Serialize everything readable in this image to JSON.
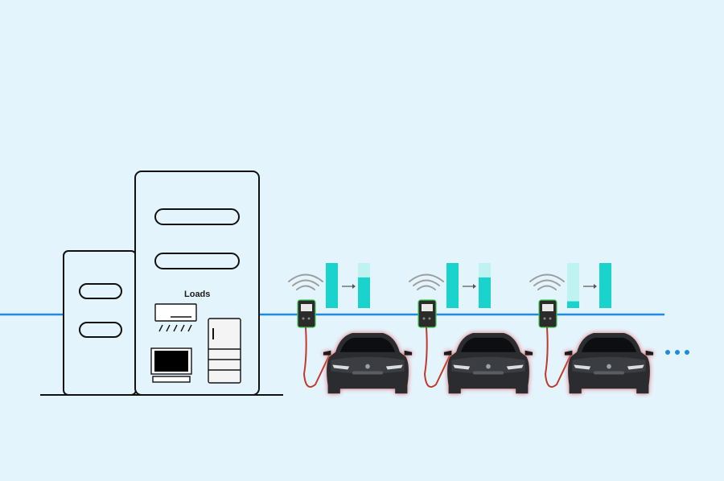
{
  "building": {
    "loads_label": "Loads"
  },
  "colors": {
    "background": "#e4f4fd",
    "grid_line": "#1f8be0",
    "battery_full": "#19d3cc",
    "battery_light": "#bff3f1",
    "cable": "#c0392b",
    "charger_ring": "#3ecf4a",
    "more_dots": "#1f8be0"
  },
  "stations": [
    {
      "before_level": 1.0,
      "after_level": 0.68
    },
    {
      "before_level": 1.0,
      "after_level": 0.68
    },
    {
      "before_level": 0.15,
      "after_level": 1.0
    }
  ],
  "icons": {
    "wireless": "wifi-signal-icon",
    "arrow": "arrow-right-icon",
    "more": "ellipsis-icon"
  }
}
